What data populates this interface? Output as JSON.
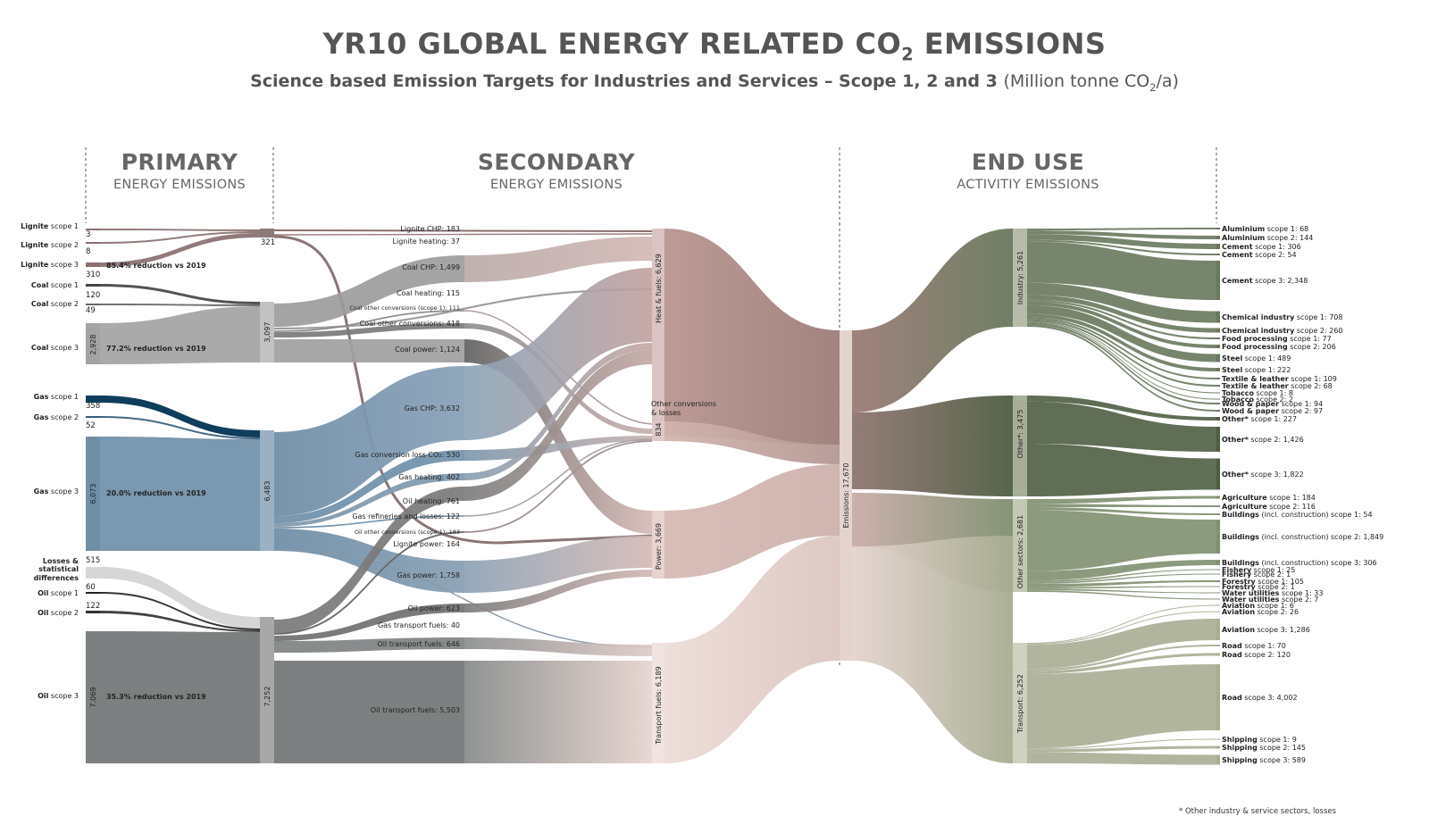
{
  "title": {
    "main": "YR10 GLOBAL ENERGY RELATED CO",
    "sub": "2",
    "tail": " EMISSIONS"
  },
  "subtitle": {
    "text": "Science based Emission Targets for Industries and Services – Scope 1, 2 and 3 ",
    "unit_a": "(Million tonne CO",
    "unit_sub": "2",
    "unit_b": "/a)"
  },
  "columns": {
    "primary": {
      "title": "PRIMARY",
      "sub": "ENERGY EMISSIONS"
    },
    "secondary": {
      "title": "SECONDARY",
      "sub": "ENERGY EMISSIONS"
    },
    "enduse": {
      "title": "END USE",
      "sub": "ACTIVITIY EMISSIONS"
    }
  },
  "colors": {
    "lignite": "#8a6f6f",
    "coal": "#a3a3a3",
    "gas": "#6f8fa8",
    "gas_dark": "#0f3d5c",
    "oil": "#7d8080",
    "losses": "#d6d6d6",
    "heat": "#b9938f",
    "power": "#d9bcb7",
    "transport": "#e9d7d2",
    "industry": "#68785c",
    "other": "#4e5e43",
    "other_sectors": "#7f8f6f",
    "transport_end": "#a8ad93"
  },
  "primary_sources": [
    {
      "bold": "Lignite",
      "rest": " scope 1",
      "value": "3"
    },
    {
      "bold": "Lignite",
      "rest": " scope 2",
      "value": "8"
    },
    {
      "bold": "Lignite",
      "rest": " scope 3",
      "value": "310",
      "note": "85.4% reduction vs 2019"
    },
    {
      "bold": "Coal",
      "rest": " scope 1",
      "value": "120"
    },
    {
      "bold": "Coal",
      "rest": " scope 2",
      "value": "49"
    },
    {
      "bold": "Coal",
      "rest": " scope 3",
      "value": "2,928",
      "note": "77.2% reduction vs 2019"
    },
    {
      "bold": "Gas",
      "rest": " scope 1",
      "value": "358"
    },
    {
      "bold": "Gas",
      "rest": " scope 2",
      "value": "52"
    },
    {
      "bold": "Gas",
      "rest": " scope 3",
      "value": "6,073",
      "note": "20.0% reduction vs 2019"
    },
    {
      "bold": "Losses &",
      "rest": "",
      "value": "515"
    },
    {
      "bold": "statistical",
      "rest": "",
      "value": ""
    },
    {
      "bold": "differences",
      "rest": "",
      "value": ""
    },
    {
      "bold": "Oil",
      "rest": " scope 1",
      "value": "60"
    },
    {
      "bold": "Oil",
      "rest": " scope 2",
      "value": "122"
    },
    {
      "bold": "Oil",
      "rest": " scope 3",
      "value": "7,069",
      "note": "35.3% reduction vs 2019"
    }
  ],
  "primary_totals": [
    {
      "name": "Lignite",
      "value": "321"
    },
    {
      "name": "Coal",
      "value": "3,097"
    },
    {
      "name": "Gas",
      "value": "6,483"
    },
    {
      "name": "Oil",
      "value": "7,252"
    }
  ],
  "secondary_flows": [
    {
      "label": "Lignite CHP: 183"
    },
    {
      "label": "Lignite heating: 37"
    },
    {
      "label": "Coal CHP: 1,499"
    },
    {
      "label": "Coal heating: 115"
    },
    {
      "label": "Coal other conversions (scope 1): 111"
    },
    {
      "label": "Coal other conversions: 418"
    },
    {
      "label": "Coal power: 1,124"
    },
    {
      "label": "Gas CHP: 3,632"
    },
    {
      "label": "Gas conversion loss CO₂: 530"
    },
    {
      "label": "Gas heating: 402"
    },
    {
      "label": "Oil heating: 761"
    },
    {
      "label": "Gas refineries and losses: 122"
    },
    {
      "label": "Oil other conversions (scope 1): 183"
    },
    {
      "label": "Lignite power: 164"
    },
    {
      "label": "Gas power: 1,758"
    },
    {
      "label": "Oil power: 623"
    },
    {
      "label": "Gas transport fuels: 40"
    },
    {
      "label": "Oil transport fuels: 646"
    },
    {
      "label": "Oil transport fuels: 5,503"
    }
  ],
  "secondary_nodes": [
    {
      "label": "Heat & fuels: 6,629"
    },
    {
      "label": "834"
    },
    {
      "label": "Power: 3,669"
    },
    {
      "label": "Transport fuels: 6,189"
    }
  ],
  "other_conv_label": {
    "line1": "Other conversions",
    "line2": "& losses"
  },
  "emissions_total": {
    "label": "Emissions: 17,670"
  },
  "end_nodes": [
    {
      "label": "Industry: 5,261"
    },
    {
      "label": "Other*: 3,475"
    },
    {
      "label": "Other sectors: 2,681"
    },
    {
      "label": "Transport: 6,252"
    }
  ],
  "end_items": [
    {
      "bold": "Aluminium",
      "rest": " scope 1: 68"
    },
    {
      "bold": "Aluminium",
      "rest": " scope 2: 144"
    },
    {
      "bold": "Cement",
      "rest": " scope 1: 306"
    },
    {
      "bold": "Cement",
      "rest": " scope 2: 54"
    },
    {
      "bold": "Cement",
      "rest": " scope 3: 2,348"
    },
    {
      "bold": "Chemical industry",
      "rest": " scope 1: 708"
    },
    {
      "bold": "Chemical industry",
      "rest": " scope 2: 260"
    },
    {
      "bold": "Food processing",
      "rest": " scope 1: 77"
    },
    {
      "bold": "Food processing",
      "rest": " scope 2: 206"
    },
    {
      "bold": "Steel",
      "rest": " scope 1: 489"
    },
    {
      "bold": "Steel",
      "rest": " scope 1: 222"
    },
    {
      "bold": "Textile & leather",
      "rest": " scope 1: 109"
    },
    {
      "bold": "Textile & leather",
      "rest": " scope 2: 68"
    },
    {
      "bold": "Tobacco",
      "rest": " scope 1: 8"
    },
    {
      "bold": "Tobacco",
      "rest": " scope 2: 2"
    },
    {
      "bold": "Wood & paper",
      "rest": " scope 1: 94"
    },
    {
      "bold": "Wood & paper",
      "rest": " scope 2: 97"
    },
    {
      "bold": "Other*",
      "rest": " scope 1: 227"
    },
    {
      "bold": "Other*",
      "rest": " scope 2: 1,426"
    },
    {
      "bold": "Other*",
      "rest": " scope 3: 1,822"
    },
    {
      "bold": "Agriculture",
      "rest": " scope 1: 184"
    },
    {
      "bold": "Agriculture",
      "rest": " scope 2: 116"
    },
    {
      "bold": "Buildings",
      "rest": " (incl. construction) scope 1: 54"
    },
    {
      "bold": "Buildings",
      "rest": " (incl. construction) scope 2: 1,849"
    },
    {
      "bold": "Buildings",
      "rest": " (incl. construction) scope 3: 306"
    },
    {
      "bold": "Fishery",
      "rest": " scope 1: 25"
    },
    {
      "bold": "Fishery",
      "rest": " scope 2: 1"
    },
    {
      "bold": "Forestry",
      "rest": " scope 1: 105"
    },
    {
      "bold": "Forestry",
      "rest": " scope 2: 1"
    },
    {
      "bold": "Water utilities",
      "rest": " scope 1: 33"
    },
    {
      "bold": "Water utilities",
      "rest": " scope 2: 7"
    },
    {
      "bold": "Aviation",
      "rest": " scope 1: 6"
    },
    {
      "bold": "Aviation",
      "rest": " scope 2: 26"
    },
    {
      "bold": "Aviation",
      "rest": " scope 3: 1,286"
    },
    {
      "bold": "Road",
      "rest": " scope 1: 70"
    },
    {
      "bold": "Road",
      "rest": " scope 2: 120"
    },
    {
      "bold": "Road",
      "rest": " scope 3: 4,002"
    },
    {
      "bold": "Shipping",
      "rest": " scope 1: 9"
    },
    {
      "bold": "Shipping",
      "rest": " scope 2: 145"
    },
    {
      "bold": "Shipping",
      "rest": " scope 3: 589"
    }
  ],
  "footnote": "* Other industry & service sectors, losses"
}
